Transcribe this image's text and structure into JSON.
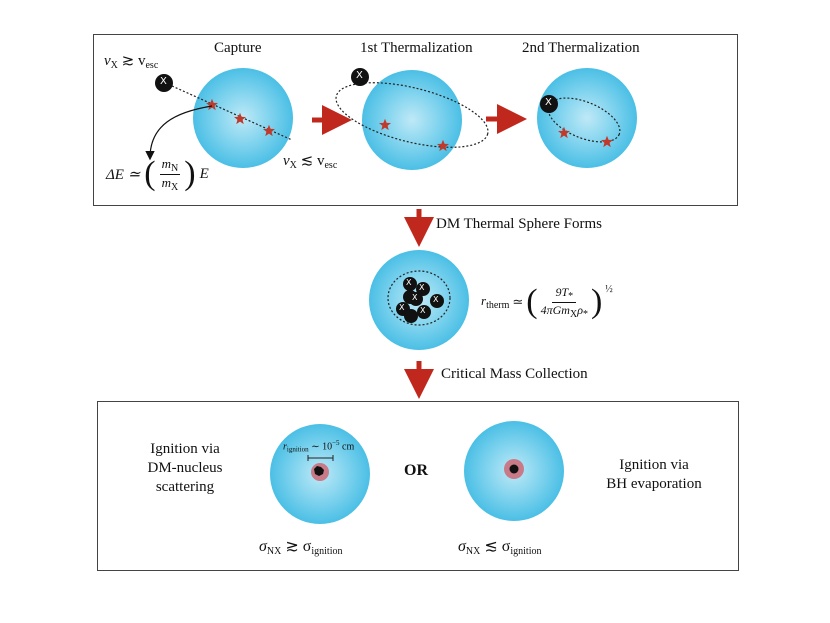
{
  "top_panel": {
    "capture_title": "Capture",
    "first_therm_title": "1st Thermalization",
    "second_therm_title": "2nd Thermalization",
    "velocity_gt": "v",
    "velocity_gt_sub": "X",
    "velocity_gt_rel": " ≳ v",
    "velocity_gt_sub2": "esc",
    "velocity_lt": "v",
    "velocity_lt_sub": "X",
    "velocity_lt_rel": " ≲ v",
    "velocity_lt_sub2": "esc",
    "energy_loss_lhs": "ΔE ≃",
    "energy_num": "m",
    "energy_num_sub": "N",
    "energy_den": "m",
    "energy_den_sub": "X",
    "energy_rhs": "E",
    "dm_particle_label": "X"
  },
  "step_thermal_sphere": "DM Thermal Sphere Forms",
  "thermal_radius": {
    "lhs": "r",
    "lhs_sub": "therm",
    "rel": "≃",
    "num": "9T",
    "num_sub": "*",
    "den": "4πGm",
    "den_sub": "X",
    "den_tail": "ρ",
    "den_tail_sub": "*",
    "exponent": "½"
  },
  "step_critical_mass": "Critical Mass Collection",
  "bottom_panel": {
    "left_text_1": "Ignition via",
    "left_text_2": "DM-nucleus",
    "left_text_3": "scattering",
    "or_label": "OR",
    "right_text_1": "Ignition via",
    "right_text_2": "BH evaporation",
    "r_ignition": "r",
    "r_ignition_sub": "ignition",
    "r_ignition_val": " ∼ 10",
    "r_ignition_exp": "−5",
    "r_ignition_unit": " cm",
    "sigma_left": "σ",
    "sigma_left_sub": "NX",
    "sigma_left_rel": " ≳ σ",
    "sigma_left_sub2": "ignition",
    "sigma_right": "σ",
    "sigma_right_sub": "NX",
    "sigma_right_rel": " ≲ σ",
    "sigma_right_sub2": "ignition"
  },
  "colors": {
    "star_fill": "#66c9e8",
    "arrow": "#c0281e",
    "marker": "#c0392b",
    "ignition_ring": "#c87a88"
  }
}
